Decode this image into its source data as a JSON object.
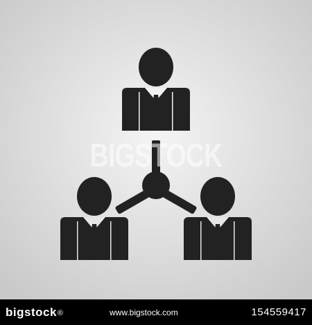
{
  "watermark": {
    "text": "BIGSTOCK"
  },
  "footer": {
    "brand_prefix": "bigstock",
    "brand_suffix": "®",
    "url": "www.bigstock.com",
    "image_id": "154559417"
  },
  "icon": {
    "name": "three-people-network-icon",
    "fill": "#222222"
  },
  "colors": {
    "background_center": "#f2f2f2",
    "background_edge": "#c8c8c8",
    "footer_bg": "#000000"
  }
}
